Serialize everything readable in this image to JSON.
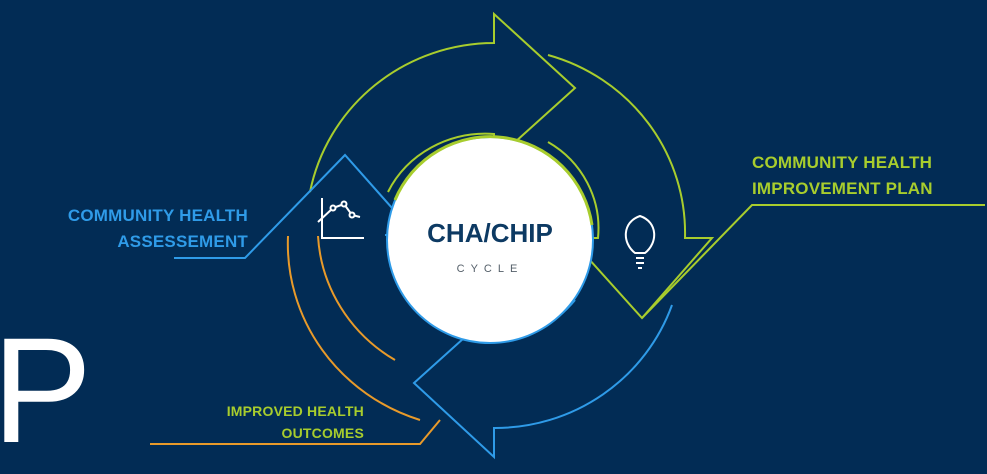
{
  "center": {
    "title": "CHA/CHIP",
    "subtitle": "CYCLE"
  },
  "stages": {
    "assessment": {
      "line1": "COMMUNITY HEALTH",
      "line2": "ASSESSEMENT"
    },
    "plan": {
      "line1": "COMMUNITY HEALTH",
      "line2": "IMPROVEMENT PLAN"
    },
    "outcomes": {
      "line1": "IMPROVED HEALTH",
      "line2": "OUTCOMES"
    }
  },
  "background_text": "P",
  "colors": {
    "background": "#022c55",
    "blue": "#2f9be8",
    "green": "#a8cd2d",
    "orange": "#e89a2a",
    "center_fill": "#ffffff",
    "center_text": "#0d3a63"
  },
  "icons": {
    "assessment": "line-chart-icon",
    "plan": "lightbulb-icon"
  }
}
